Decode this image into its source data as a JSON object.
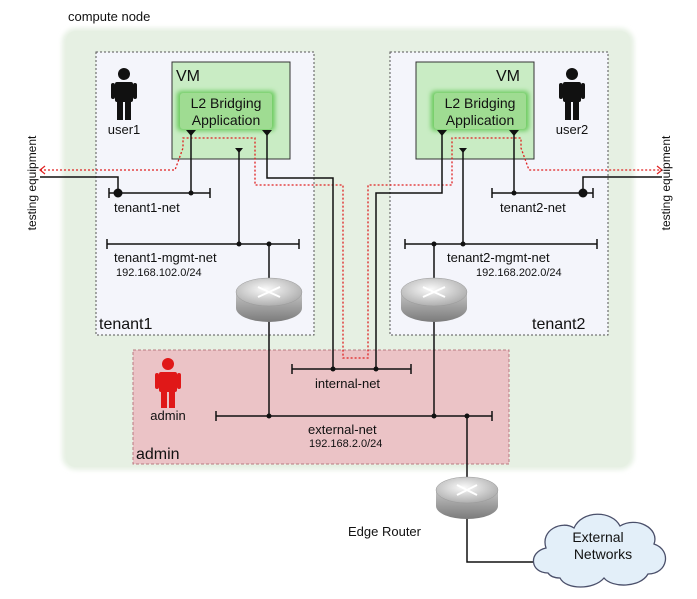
{
  "compute_node_label": "compute node",
  "testing_equipment_left": "testing equipment",
  "testing_equipment_right": "testing equipment",
  "tenant1": {
    "label": "tenant1",
    "user": "user1",
    "vm_label": "VM",
    "app_line1": "L2 Bridging",
    "app_line2": "Application",
    "net": "tenant1-net",
    "mgmt_net": "tenant1-mgmt-net",
    "mgmt_subnet": "192.168.102.0/24"
  },
  "tenant2": {
    "label": "tenant2",
    "user": "user2",
    "vm_label": "VM",
    "app_line1": "L2 Bridging",
    "app_line2": "Application",
    "net": "tenant2-net",
    "mgmt_net": "tenant2-mgmt-net",
    "mgmt_subnet": "192.168.202.0/24"
  },
  "admin": {
    "label": "admin",
    "user": "admin",
    "internal_net": "internal-net",
    "external_net": "external-net",
    "external_subnet": "192.168.2.0/24"
  },
  "edge_router": "Edge Router",
  "external_networks_line1": "External",
  "external_networks_line2": "Networks",
  "colors": {
    "compute_node_bg": "#e6f0e3",
    "tenant_bg": "#f4f5fb",
    "vm_bg": "#c9ecc4",
    "app_bg": "#9fdc92",
    "admin_bg": "#ebc3c6",
    "admin_user": "#e01818",
    "user": "#111111",
    "trace": "#e02020",
    "cloud": "#e3eff9"
  }
}
